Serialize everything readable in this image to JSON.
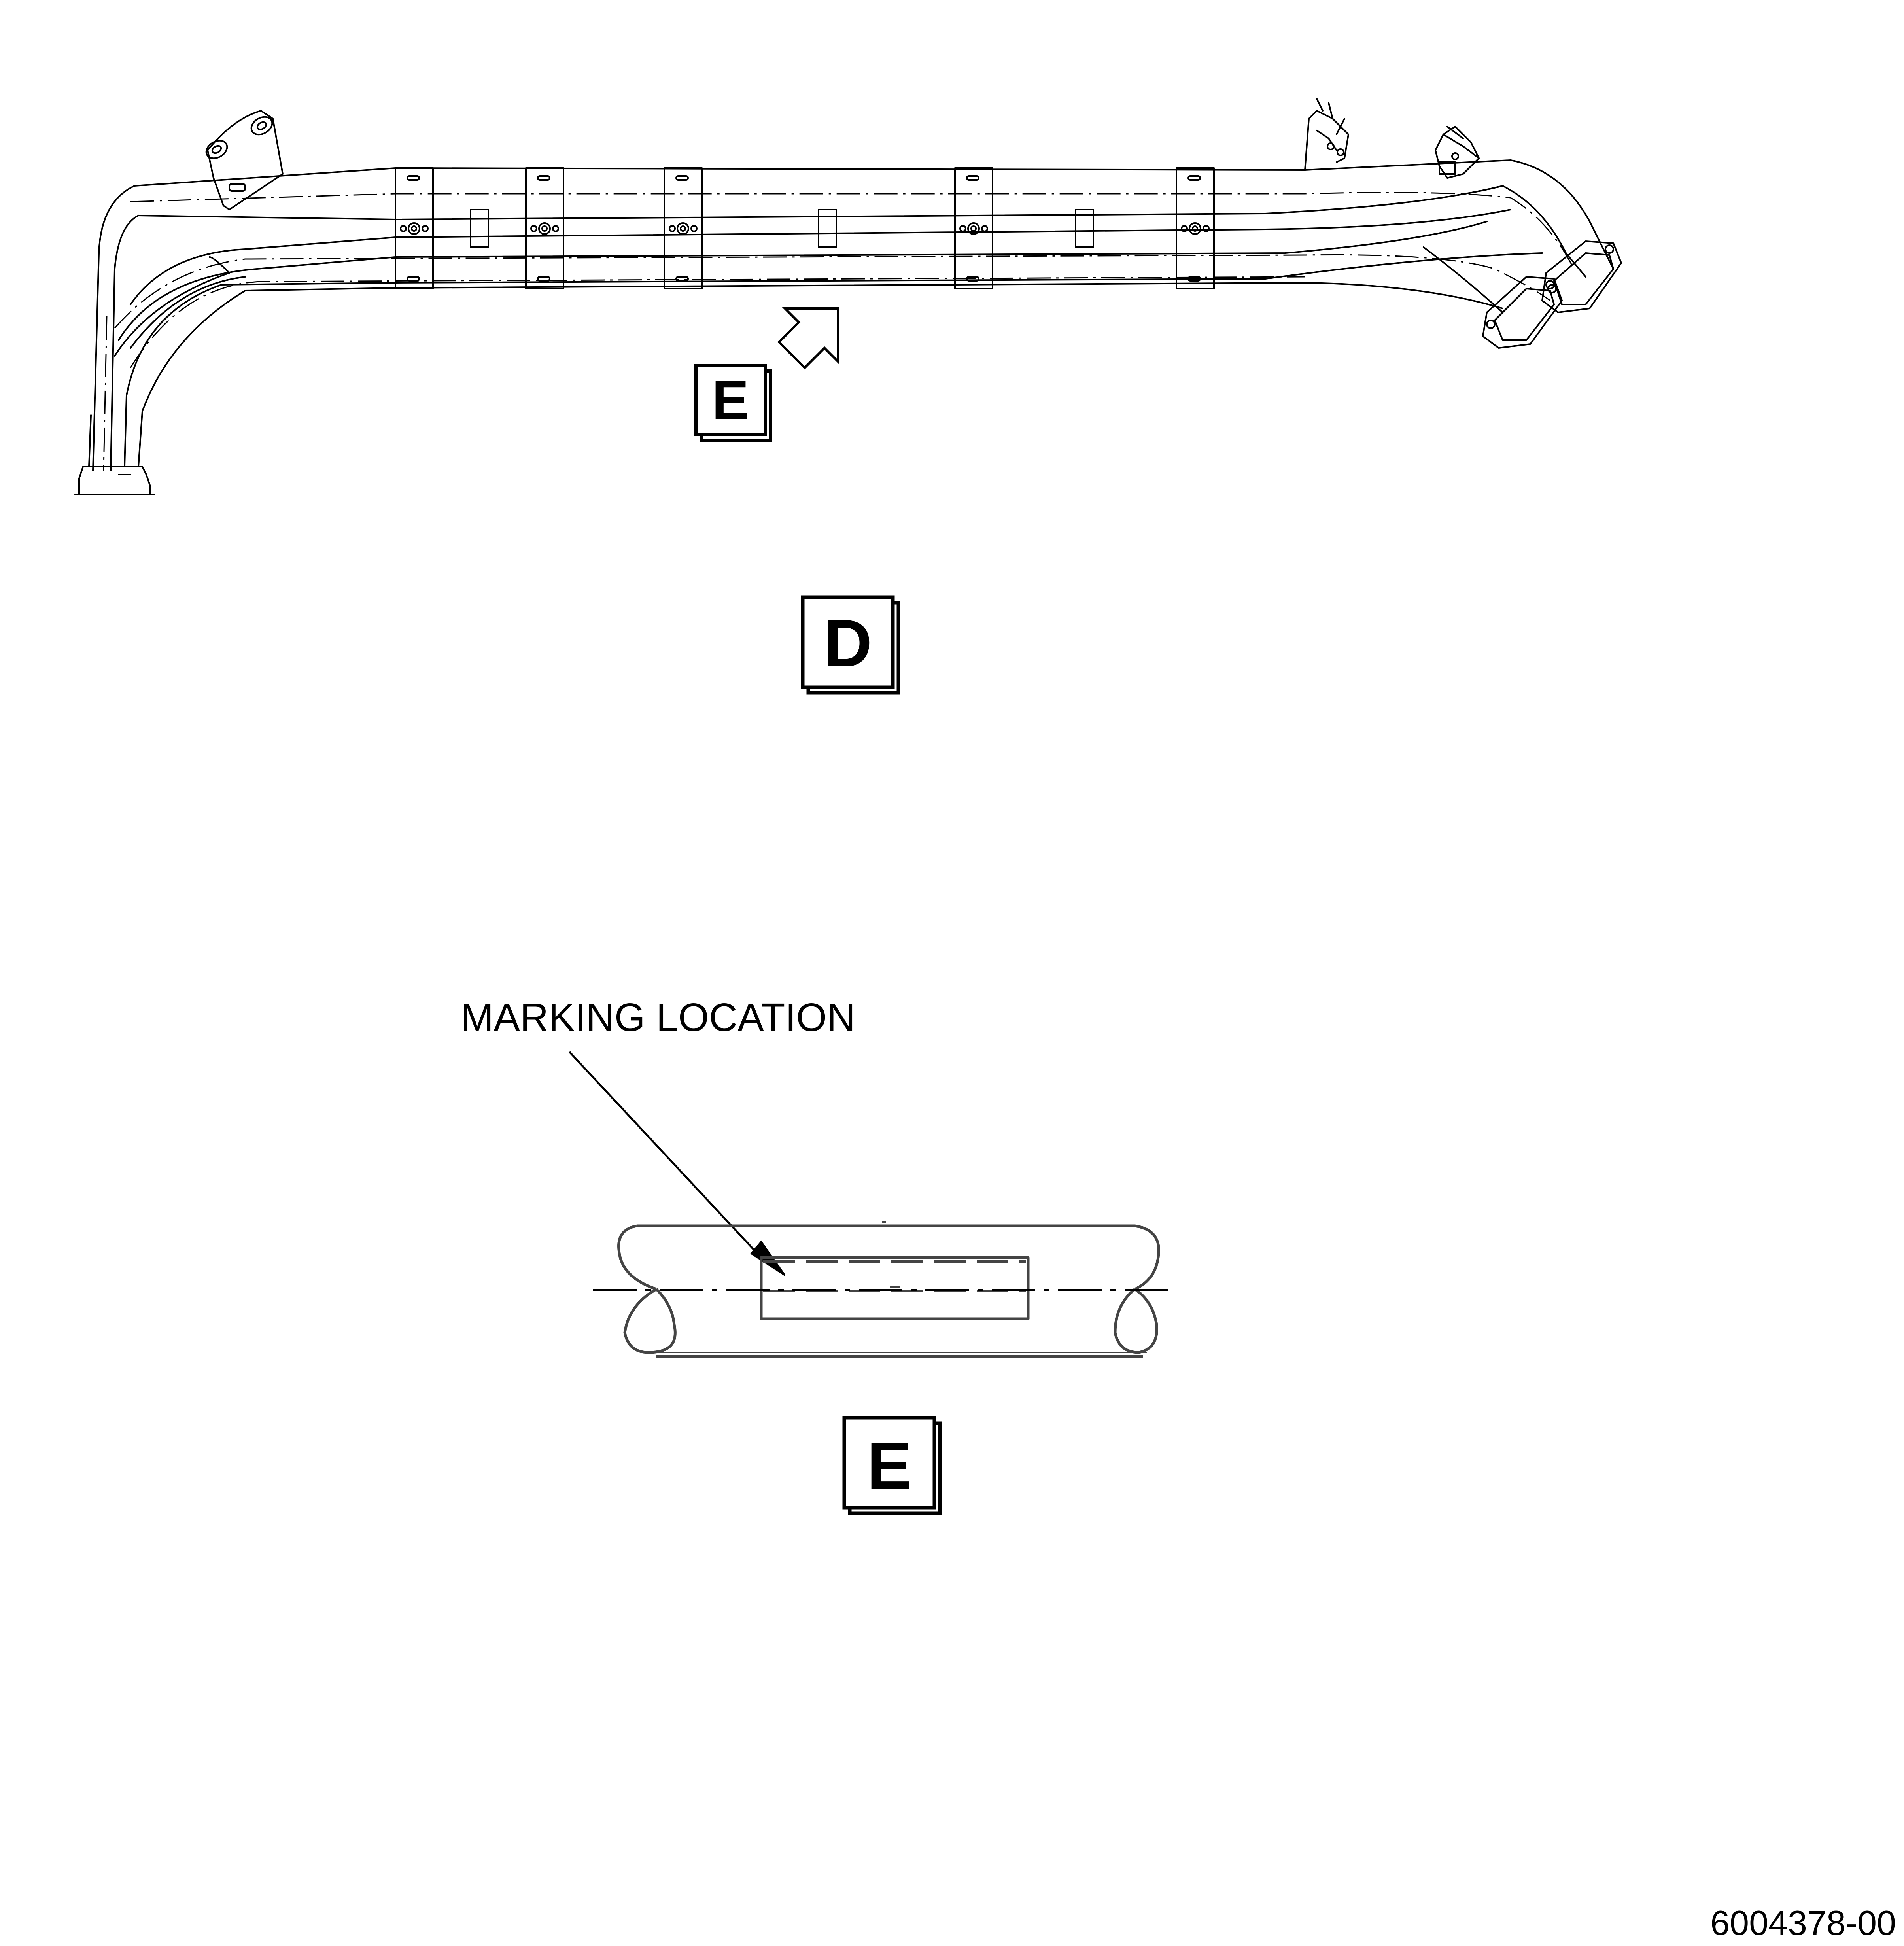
{
  "views": {
    "top_view_marker": "D",
    "detail_view_marker": "E",
    "detail_reference_marker": "E"
  },
  "callouts": {
    "marking_location": "MARKING LOCATION"
  },
  "figure": {
    "id": "6004378-00"
  },
  "colors": {
    "line": "#000000",
    "background": "#ffffff",
    "detail_line": "#444444"
  }
}
